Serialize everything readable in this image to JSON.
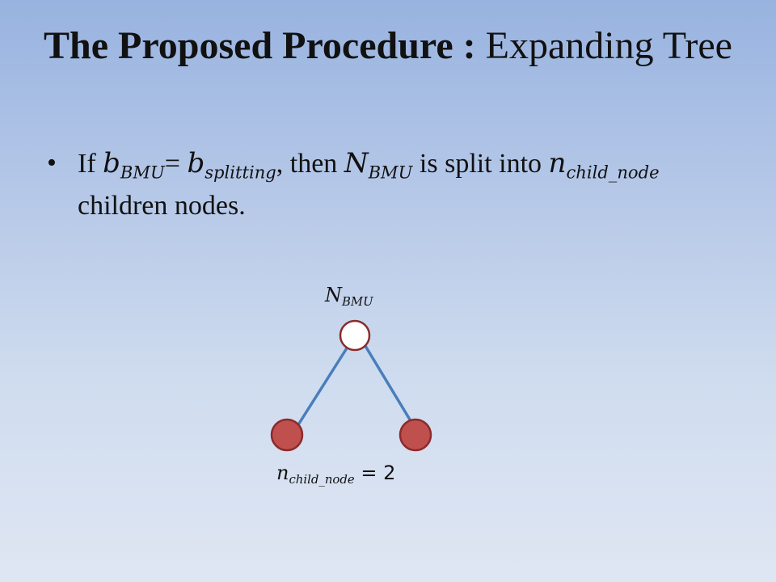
{
  "slide": {
    "title_bold": "The Proposed Procedure :",
    "title_regular": "Expanding Tree",
    "bullet": {
      "marker": "•",
      "t1": "If ",
      "b_var": "b",
      "b_sub": "BMU",
      "eq": "= ",
      "b2_var": "b",
      "b2_sub": "splitting",
      "t2": ", then ",
      "N_var": "N",
      "N_sub": "BMU",
      "t3": " is split into ",
      "n_var": "n",
      "n_sub": "child_node",
      "t4": " children nodes."
    }
  },
  "diagram": {
    "root_label_var": "N",
    "root_label_sub": "BMU",
    "count_label_var": "n",
    "count_label_sub": "child_node",
    "count_label_eq": " = 2",
    "colors": {
      "edge": "#4a7ebb",
      "root_fill": "#ffffff",
      "root_stroke": "#8b2b2b",
      "child_fill": "#c0504d",
      "child_stroke": "#8b2b2b"
    }
  }
}
